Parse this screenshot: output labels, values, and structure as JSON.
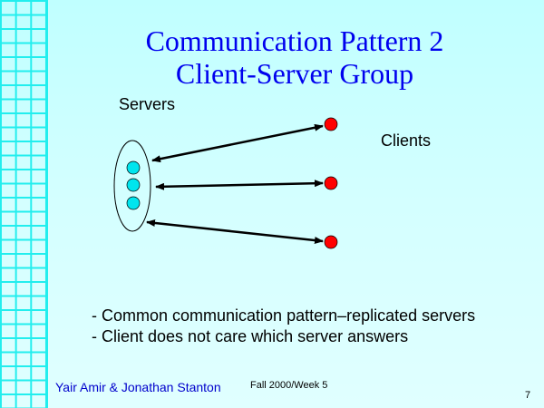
{
  "slide": {
    "title_line1": "Communication Pattern 2",
    "title_line2": "Client-Server Group",
    "servers_label": "Servers",
    "clients_label": "Clients",
    "bullets": [
      "- Common communication pattern–replicated servers",
      "- Client does not care which server answers"
    ],
    "footer_authors": "Yair Amir & Jonathan Stanton",
    "footer_course": "Fall 2000/Week 5",
    "page_number": "7"
  },
  "diagram": {
    "server_count": 3,
    "client_count": 3,
    "colors": {
      "server_fill": "#00e5ee",
      "client_fill": "#ff0000",
      "title": "#0000ee",
      "grid": "#22eeee"
    }
  }
}
